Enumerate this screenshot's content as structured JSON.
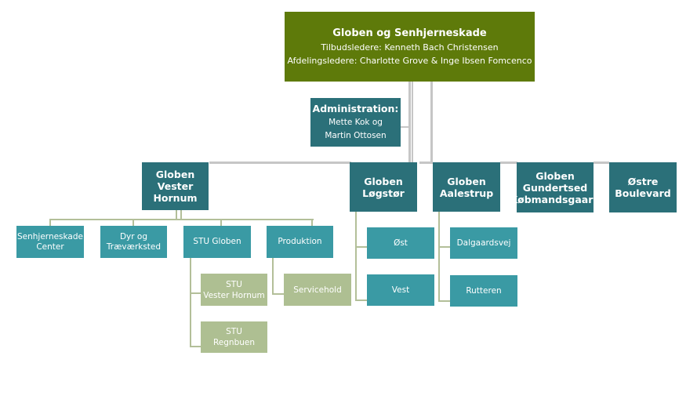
{
  "root": {
    "title": "Globen og Senhjerneskade",
    "line1": "Tilbudsledere: Kenneth Bach Christensen",
    "line2": "Afdelingsledere: Charlotte Grove & Inge Ibsen Fomcenco"
  },
  "admin": {
    "title": "Administration:",
    "line1": "Mette Kok og",
    "line2": "Martin Ottosen"
  },
  "level1": [
    {
      "lines": [
        "Globen",
        "Vester",
        "Hornum"
      ]
    },
    {
      "lines": [
        "Globen",
        "Løgstør"
      ]
    },
    {
      "lines": [
        "Globen",
        "Aalestrup"
      ]
    },
    {
      "lines": [
        "Globen",
        "Gundertsed",
        "Købmandsgaard"
      ]
    },
    {
      "lines": [
        "Østre",
        "Boulevard"
      ]
    }
  ],
  "vester_hornum_children": [
    {
      "lines": [
        "Senhjerneskade",
        "Center"
      ]
    },
    {
      "lines": [
        "Dyr og",
        "Træværksted"
      ]
    },
    {
      "lines": [
        "STU Globen"
      ]
    },
    {
      "lines": [
        "Produktion"
      ]
    }
  ],
  "stu_globen_children": [
    {
      "lines": [
        "STU",
        "Vester Hornum"
      ]
    },
    {
      "lines": [
        "STU",
        "Regnbuen"
      ]
    }
  ],
  "produktion_children": [
    {
      "lines": [
        "Servicehold"
      ]
    }
  ],
  "logstor_children": [
    {
      "lines": [
        "Øst"
      ]
    },
    {
      "lines": [
        "Vest"
      ]
    }
  ],
  "aalestrup_children": [
    {
      "lines": [
        "Dalgaardsvej"
      ]
    },
    {
      "lines": [
        "Rutteren"
      ]
    }
  ],
  "colors": {
    "root": "#5e7a0a",
    "level1": "#2b7079",
    "level2": "#3a9aa4",
    "level3": "#aebf92",
    "connector_gray": "#c6c6c6",
    "connector_sage": "#b3bf99"
  }
}
